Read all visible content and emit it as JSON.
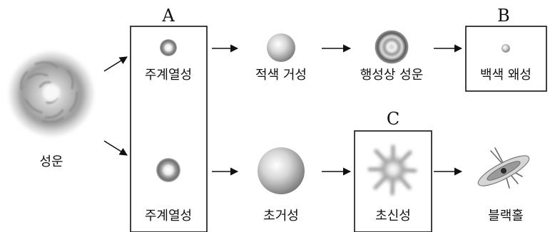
{
  "boxes": {
    "A": "A",
    "B": "B",
    "C": "C"
  },
  "labels": {
    "nebula": "성운",
    "main_sequence_top": "주계열성",
    "red_giant": "적색 거성",
    "planetary_nebula": "행성상 성운",
    "white_dwarf": "백색 왜성",
    "main_sequence_bottom": "주계열성",
    "supergiant": "초거성",
    "supernova": "초신성",
    "black_hole": "블랙홀"
  }
}
